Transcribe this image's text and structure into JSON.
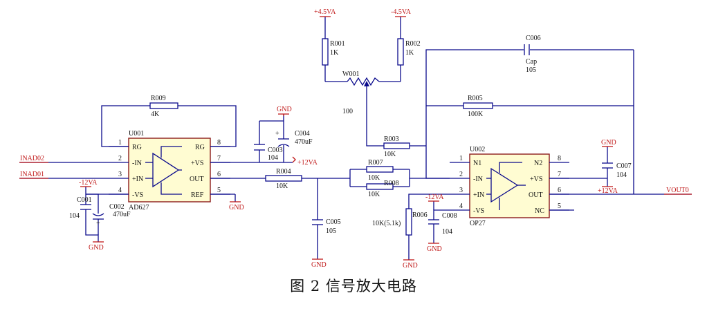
{
  "caption": "图 2 信号放大电路",
  "colors": {
    "wire": "#0a0a8c",
    "power": "#c01818",
    "ic_body": "#fffcd2",
    "ic_border": "#8b1a1a"
  },
  "nets": {
    "inad02": "INAD02",
    "inad01": "INAD01",
    "vout0": "VOUT0",
    "pos_4v5": "+4.5VA",
    "neg_4v5": "-4.5VA",
    "pos_12_u1": "+12VA",
    "neg_12_u1": "-12VA",
    "pos_12_u2": "+12VA",
    "neg_12_u2": "-12VA",
    "gnd_c004": "GND",
    "gnd_c001": "GND",
    "gnd_u1ref": "GND",
    "gnd_c005": "GND",
    "gnd_r006": "GND",
    "gnd_c008": "GND",
    "gnd_c007": "GND"
  },
  "u001": {
    "ref": "U001",
    "part": "AD627",
    "pins_left": [
      {
        "num": "1",
        "name": "RG"
      },
      {
        "num": "2",
        "name": "-IN"
      },
      {
        "num": "3",
        "name": "+IN"
      },
      {
        "num": "4",
        "name": "-VS"
      }
    ],
    "pins_right": [
      {
        "num": "8",
        "name": "RG"
      },
      {
        "num": "7",
        "name": "+VS"
      },
      {
        "num": "6",
        "name": "OUT"
      },
      {
        "num": "5",
        "name": "REF"
      }
    ]
  },
  "u002": {
    "ref": "U002",
    "part": "OP27",
    "pins_left": [
      {
        "num": "1",
        "name": "N1"
      },
      {
        "num": "2",
        "name": "-IN"
      },
      {
        "num": "3",
        "name": "+IN"
      },
      {
        "num": "4",
        "name": "-VS"
      }
    ],
    "pins_right": [
      {
        "num": "8",
        "name": "N2"
      },
      {
        "num": "7",
        "name": "+VS"
      },
      {
        "num": "6",
        "name": "OUT"
      },
      {
        "num": "5",
        "name": "NC"
      }
    ]
  },
  "resistors": {
    "r001": {
      "ref": "R001",
      "value": "1K"
    },
    "r002": {
      "ref": "R002",
      "value": "1K"
    },
    "w001": {
      "ref": "W001",
      "value": "100"
    },
    "r009": {
      "ref": "R009",
      "value": "4K"
    },
    "r004": {
      "ref": "R004",
      "value": "10K"
    },
    "r003": {
      "ref": "R003",
      "value": "10K"
    },
    "r005": {
      "ref": "R005",
      "value": "100K"
    },
    "r007": {
      "ref": "R007",
      "value": "10K"
    },
    "r008": {
      "ref": "R008",
      "value": "10K"
    },
    "r006": {
      "ref": "R006",
      "value": "10K(5.1k)"
    }
  },
  "capacitors": {
    "c006": {
      "ref": "C006",
      "name": "Cap",
      "value": "105"
    },
    "c004": {
      "ref": "C004",
      "value": "470uF"
    },
    "c003": {
      "ref": "C003",
      "value": "104"
    },
    "c001": {
      "ref": "C001",
      "value": "104"
    },
    "c002": {
      "ref": "C002",
      "value": "470uF"
    },
    "c005": {
      "ref": "C005",
      "value": "105"
    },
    "c008": {
      "ref": "C008",
      "value": "104"
    },
    "c007": {
      "ref": "C007",
      "value": "104"
    }
  }
}
